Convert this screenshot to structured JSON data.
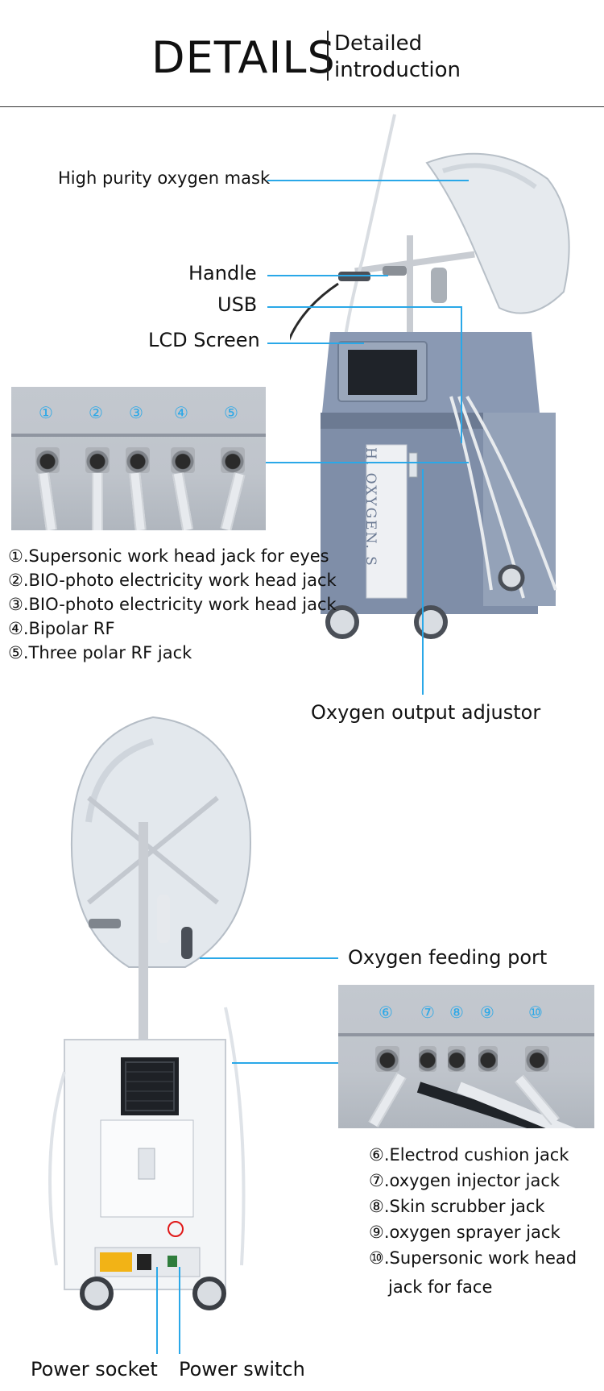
{
  "header": {
    "title": "DETAILS",
    "subtitle_line1": "Detailed",
    "subtitle_line2": "introduction"
  },
  "callouts_top": {
    "oxygen_mask": "High purity oxygen mask",
    "handle": "Handle",
    "usb": "USB",
    "lcd": "LCD Screen",
    "oxygen_output": "Oxygen output adjustor",
    "panel_text": "H. OXYGEN. S"
  },
  "inset_top": {
    "numbers": [
      "①",
      "②",
      "③",
      "④",
      "⑤"
    ]
  },
  "jacks_top": [
    "①.Supersonic work head jack for eyes",
    "②.BIO-photo electricity work head jack",
    "③.BIO-photo electricity work head jack",
    "④.Bipolar RF",
    "⑤.Three polar RF jack"
  ],
  "callouts_bottom": {
    "oxygen_feeding": "Oxygen feeding port",
    "power_socket": "Power socket",
    "power_switch": "Power switch"
  },
  "inset_bottom": {
    "numbers": [
      "⑥",
      "⑦",
      "⑧",
      "⑨",
      "⑩"
    ]
  },
  "jacks_bottom": [
    "⑥.Electrod cushion jack",
    "⑦.oxygen injector jack",
    "⑧.Skin scrubber jack",
    "⑨.oxygen  sprayer jack",
    "⑩.Supersonic work head",
    "jack for face"
  ],
  "colors": {
    "accent": "#2aa8e8",
    "machine": "#7f8ea8",
    "text": "#111111"
  }
}
